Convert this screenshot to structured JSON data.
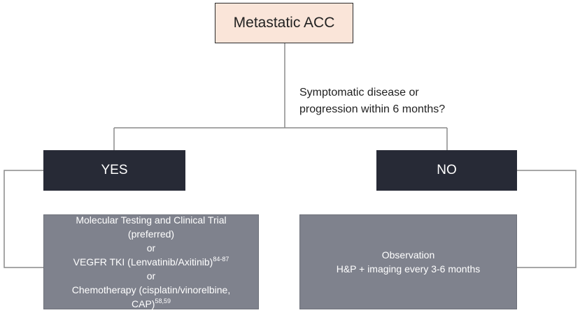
{
  "root": {
    "label": "Metastatic ACC"
  },
  "decision": {
    "line1": "Symptomatic disease or",
    "line2": "progression within 6 months?"
  },
  "yes": {
    "label": "YES",
    "outcome": {
      "line1": "Molecular Testing and Clinical Trial",
      "line2": "(preferred)",
      "line3": "or",
      "line4": "VEGFR TKI (Lenvatinib/Axitinib)",
      "line4_ref": "84-87",
      "line5": "or",
      "line6": "Chemotherapy (cisplatin/vinorelbine,",
      "line7": "CAP)",
      "line7_ref": "58,59"
    }
  },
  "no": {
    "label": "NO",
    "outcome": {
      "line1": "Observation",
      "line2": "H&P + imaging every 3-6 months"
    }
  },
  "colors": {
    "root_fill": "#fae5d9",
    "branch_fill": "#272a36",
    "outcome_fill": "#7f828d",
    "connector": "#8a8a8a"
  }
}
